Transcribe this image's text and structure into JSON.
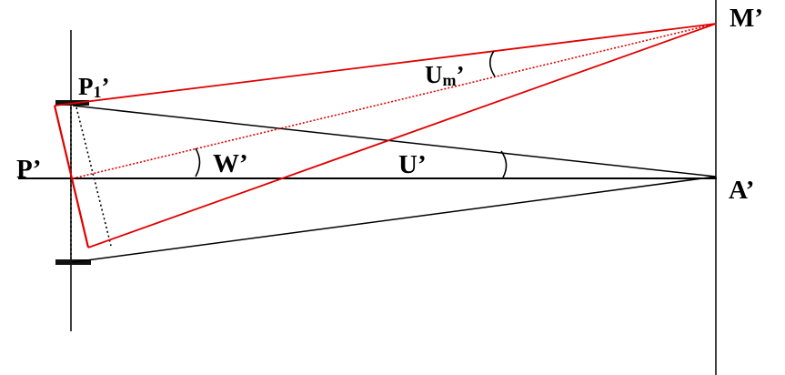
{
  "labels": {
    "p1": {
      "base": "P",
      "sub": "1",
      "prime": "’"
    },
    "p": "P’",
    "m": "M’",
    "a": "A’",
    "w": "W’",
    "u": "U’",
    "um": {
      "base": "U",
      "sub": "m",
      "prime": "’"
    }
  },
  "colors": {
    "ray_red": "#e00000",
    "line_black": "#000000",
    "stop_plate": "#111111"
  }
}
